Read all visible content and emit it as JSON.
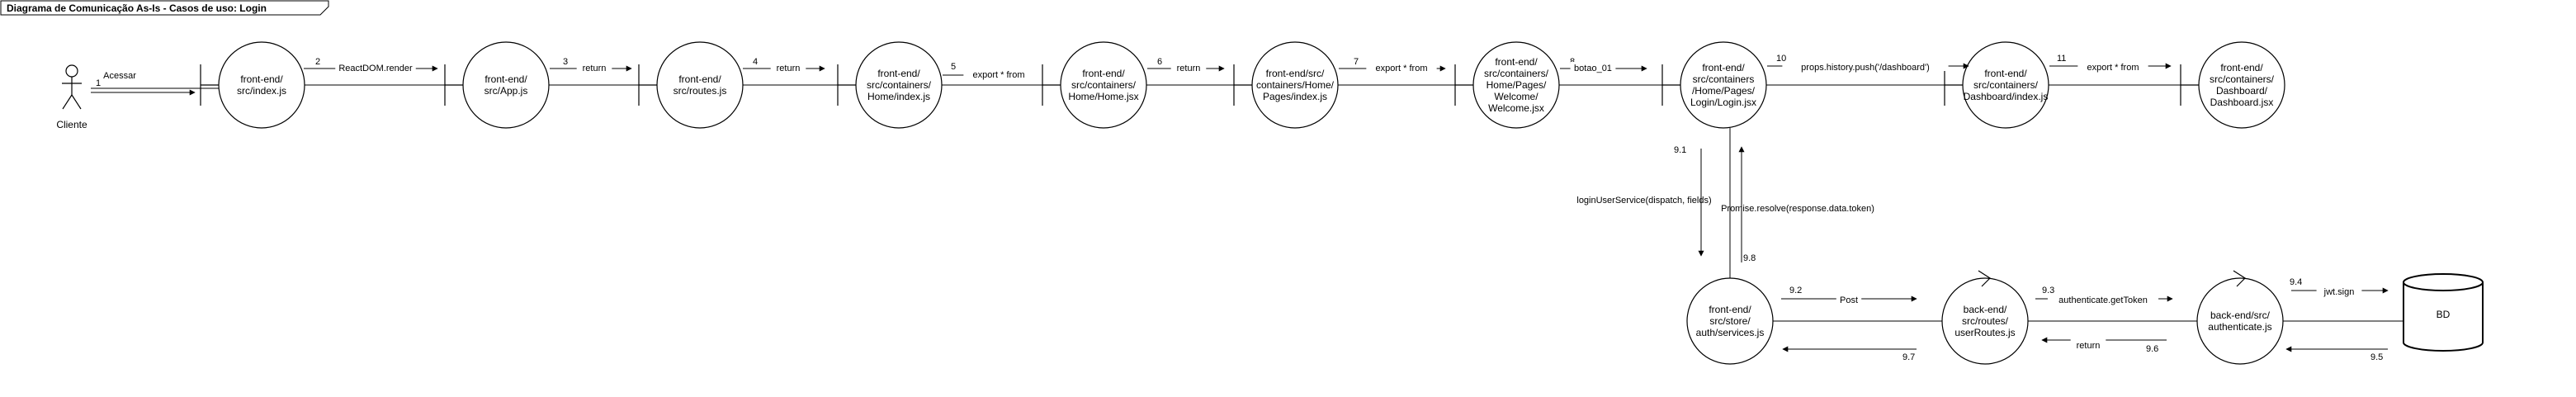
{
  "diagram": {
    "title": "Diagrama de Comunicação As-Is - Casos de uso: Login",
    "actor": {
      "label": "Cliente"
    },
    "database": {
      "label": "BD"
    },
    "nodes": [
      {
        "id": "n1",
        "lines": [
          "front-end/",
          "src/index.js"
        ]
      },
      {
        "id": "n2",
        "lines": [
          "front-end/",
          "src/App.js"
        ]
      },
      {
        "id": "n3",
        "lines": [
          "front-end/",
          "src/routes.js"
        ]
      },
      {
        "id": "n4",
        "lines": [
          "front-end/",
          "src/containers/",
          "Home/index.js"
        ]
      },
      {
        "id": "n5",
        "lines": [
          "front-end/",
          "src/containers/",
          "Home/Home.jsx"
        ]
      },
      {
        "id": "n6",
        "lines": [
          "front-end/src/",
          "containers/Home/",
          "Pages/index.js"
        ]
      },
      {
        "id": "n7",
        "lines": [
          "front-end/",
          "src/containers/",
          "Home/Pages/",
          "Welcome/",
          "Welcome.jsx"
        ]
      },
      {
        "id": "n8",
        "lines": [
          "front-end/",
          "src/containers",
          "/Home/Pages/",
          "Login/Login.jsx"
        ]
      },
      {
        "id": "n9",
        "lines": [
          "front-end/",
          "src/containers/",
          "Dashboard/index.js"
        ]
      },
      {
        "id": "n10",
        "lines": [
          "front-end/",
          "src/containers/",
          "Dashboard/",
          "Dashboard.jsx"
        ]
      },
      {
        "id": "n11",
        "lines": [
          "front-end/",
          "src/store/",
          "auth/services.js"
        ]
      },
      {
        "id": "n12",
        "lines": [
          "back-end/",
          "src/routes/",
          "userRoutes.js"
        ]
      },
      {
        "id": "n13",
        "lines": [
          "back-end/src/",
          "authenticate.js"
        ]
      }
    ],
    "messages": [
      {
        "seq": "1",
        "label": "Acessar"
      },
      {
        "seq": "2",
        "label": "ReactDOM.render"
      },
      {
        "seq": "3",
        "label": "return"
      },
      {
        "seq": "4",
        "label": "return"
      },
      {
        "seq": "5",
        "label": "export * from"
      },
      {
        "seq": "6",
        "label": "return"
      },
      {
        "seq": "7",
        "label": "export * from"
      },
      {
        "seq": "8",
        "label": "botao_01"
      },
      {
        "seq": "10",
        "label": "props.history.push('/dashboard')"
      },
      {
        "seq": "11",
        "label": "export * from"
      },
      {
        "seq": "9.1",
        "label": "loginUserService(dispatch, fields)"
      },
      {
        "seq": "9.8",
        "label": "Promise.resolve(response.data.token)"
      },
      {
        "seq": "9.2",
        "label": "Post"
      },
      {
        "seq": "9.7",
        "label": ""
      },
      {
        "seq": "9.3",
        "label": "authenticate.getToken"
      },
      {
        "seq": "9.6",
        "label": "return"
      },
      {
        "seq": "9.4",
        "label": "jwt.sign"
      },
      {
        "seq": "9.5",
        "label": ""
      }
    ]
  }
}
